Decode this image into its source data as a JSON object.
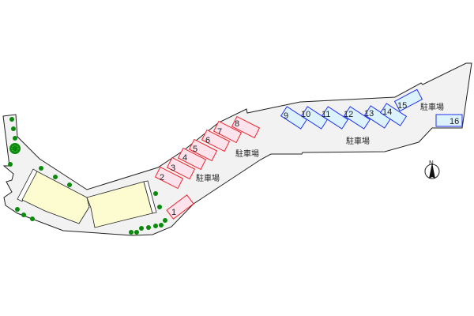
{
  "map": {
    "parking_label": "駐車場",
    "compass_label": "N",
    "colors": {
      "ground": "#f2f2f2",
      "building": "#fdfbd0",
      "spot_red": "#f0202a",
      "spot_blue": "#2233ee",
      "tree": "#0a8a0a"
    },
    "red_spots": [
      "1",
      "2",
      "3",
      "4",
      "5",
      "6",
      "7",
      "8"
    ],
    "blue_spots": [
      "9",
      "10",
      "11",
      "12",
      "13",
      "14",
      "15",
      "16"
    ]
  }
}
